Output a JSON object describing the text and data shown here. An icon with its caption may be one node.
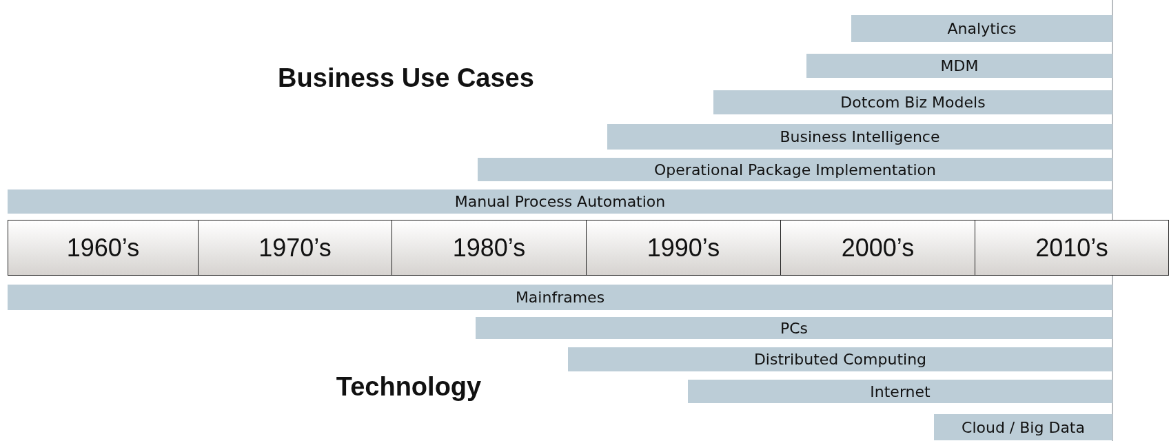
{
  "diagram": {
    "nodes": [
      {
        "text": [
          "Analytics"
        ]
      },
      {
        "text": [
          "MDM"
        ]
      },
      {
        "text": [
          "Dotcom Biz Models"
        ]
      },
      {
        "text": [
          "Business Intelligence"
        ]
      },
      {
        "text": [
          "Operational Package Implementation"
        ]
      },
      {
        "text": [
          "Manual Process Automation"
        ]
      },
      {
        "text": [
          "1960’s"
        ]
      },
      {
        "text": [
          "1970’s"
        ]
      },
      {
        "text": [
          "1980’s"
        ]
      },
      {
        "text": [
          "1990’s"
        ]
      },
      {
        "text": [
          "2000’s"
        ]
      },
      {
        "text": [
          "2010’s"
        ]
      },
      {
        "text": [
          "Mainframes"
        ]
      },
      {
        "text": [
          "PCs"
        ]
      },
      {
        "text": [
          "Distributed Computing"
        ]
      },
      {
        "text": [
          "Internet"
        ]
      },
      {
        "text": [
          "Cloud / Big Data"
        ]
      }
    ],
    "edges": [],
    "labels": [
      "Business Use Cases",
      "Technology"
    ]
  }
}
